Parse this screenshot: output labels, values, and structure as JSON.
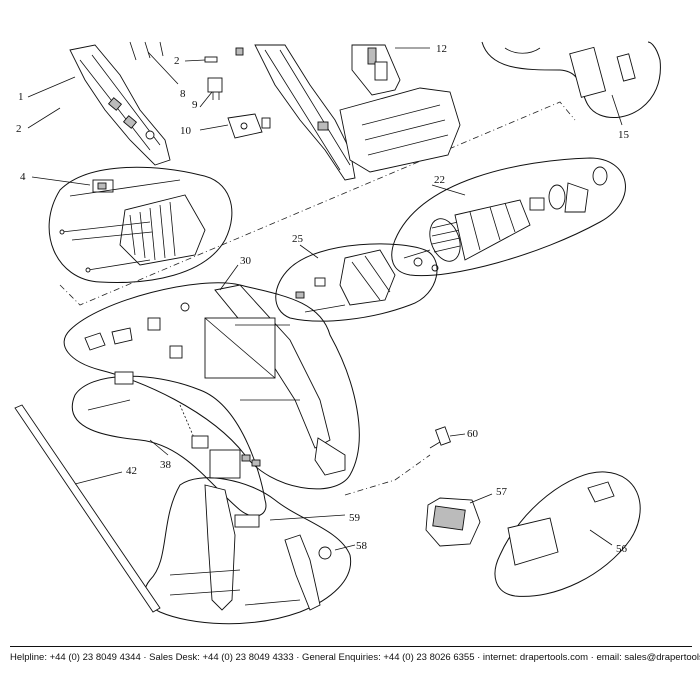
{
  "callouts": {
    "c1": "1",
    "c2a": "2",
    "c2b": "2",
    "c4": "4",
    "c8": "8",
    "c9": "9",
    "c10": "10",
    "c12": "12",
    "c15": "15",
    "c22": "22",
    "c25": "25",
    "c30": "30",
    "c38": "38",
    "c42": "42",
    "c56": "56",
    "c57": "57",
    "c58": "58",
    "c59": "59",
    "c60": "60"
  },
  "footer": {
    "text": "Helpline: +44 (0) 23 8049 4344 · Sales Desk: +44 (0) 23 8049 4333 · General Enquiries: +44 (0) 23 8026 6355 · internet: drapertools.com · email: sales@drapertools.com"
  }
}
